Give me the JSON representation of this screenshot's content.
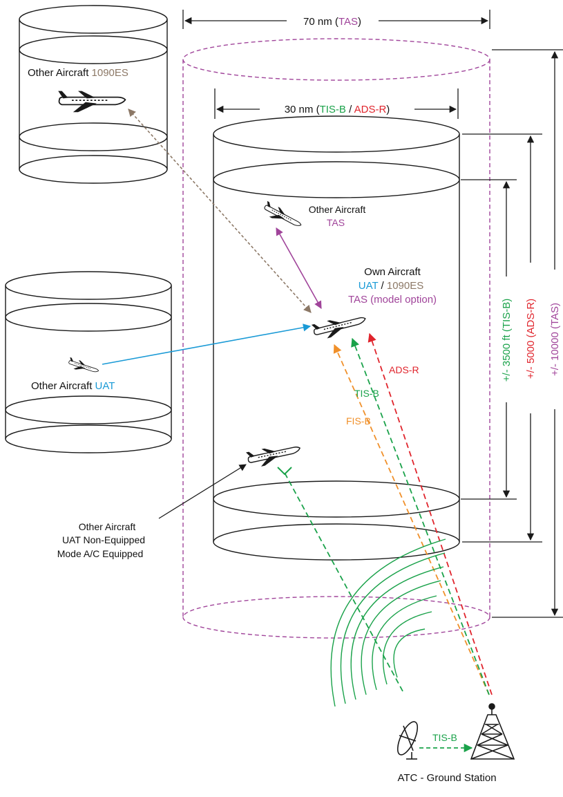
{
  "colors": {
    "black": "#1a1a1a",
    "tas": "#a0449a",
    "es1090": "#8c7866",
    "uat": "#1a9ad6",
    "tisb": "#1aa24a",
    "adsr": "#e0242c",
    "fisb": "#f0902a"
  },
  "dimensions": {
    "tas_width_value": "70 nm",
    "tas_width_tag": "TAS",
    "inner_width_value": "30 nm",
    "inner_width_tag1": "TIS-B",
    "inner_width_sep": "/",
    "inner_width_tag2": "ADS-R",
    "alt_tisb": "+/- 3500 ft (TIS-B)",
    "alt_adsr": "+/- 5000 (ADS-R)",
    "alt_tas": "+/- 10000 (TAS)"
  },
  "aircraft": {
    "top_left": {
      "name": "Other Aircraft",
      "tag": "1090ES"
    },
    "mid_left": {
      "name": "Other Aircraft",
      "tag": "UAT"
    },
    "tas_target": {
      "name": "Other Aircraft",
      "tag": "TAS"
    },
    "own": {
      "name": "Own Aircraft",
      "tag1": "UAT",
      "sep": "/",
      "tag2": "1090ES",
      "tag3": "TAS (model option)"
    },
    "non_equipped": {
      "line1": "Other Aircraft",
      "line2": "UAT Non-Equipped",
      "line3": "Mode A/C Equipped"
    }
  },
  "links": {
    "adsr": "ADS-R",
    "tisb": "TIS-B",
    "fisb": "FIS-B",
    "ground_tisb": "TIS-B"
  },
  "ground_station": "ATC - Ground Station",
  "icons": {
    "aircraft": "airplane-icon",
    "tower": "radio-tower-icon",
    "radar": "radar-dish-icon"
  }
}
